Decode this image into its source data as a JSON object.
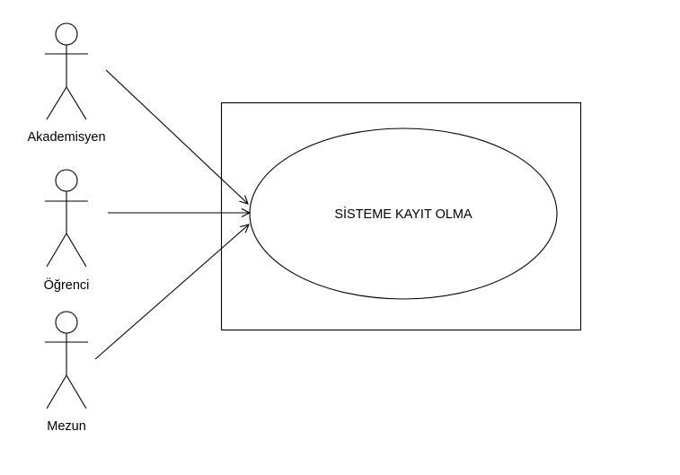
{
  "diagram": {
    "type": "use-case",
    "actors": [
      {
        "id": "akademisyen",
        "label": "Akademisyen"
      },
      {
        "id": "ogrenci",
        "label": "Öğrenci"
      },
      {
        "id": "mezun",
        "label": "Mezun"
      }
    ],
    "use_cases": [
      {
        "id": "kayit",
        "label": "SİSTEME KAYIT OLMA"
      }
    ],
    "associations": [
      {
        "from": "akademisyen",
        "to": "kayit"
      },
      {
        "from": "ogrenci",
        "to": "kayit"
      },
      {
        "from": "mezun",
        "to": "kayit"
      }
    ],
    "colors": {
      "line": "#000000",
      "background": "#ffffff"
    }
  }
}
